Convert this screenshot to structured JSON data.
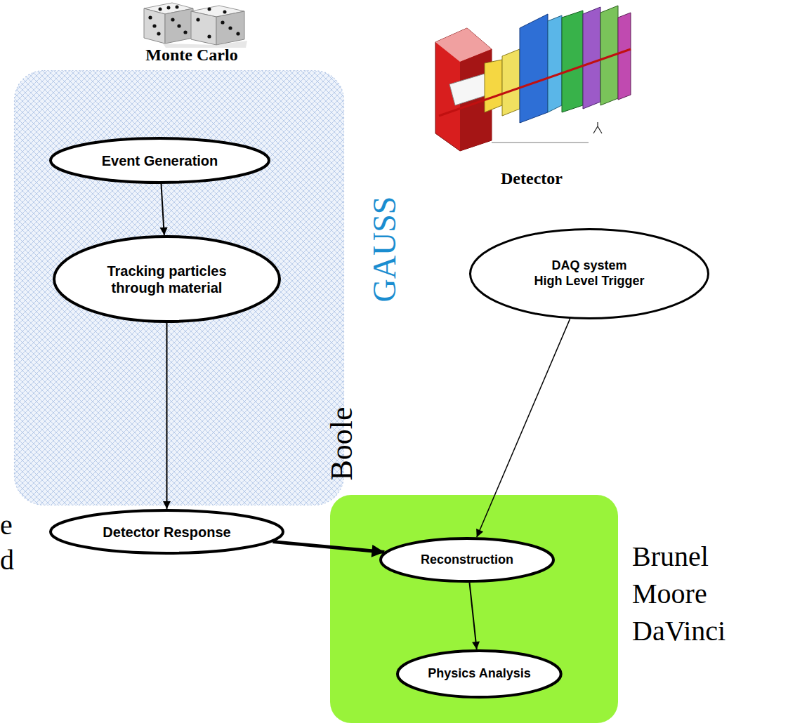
{
  "diagram": {
    "nodes": [
      {
        "text": [
          "GAUSS"
        ]
      },
      {
        "text": [
          "Event Generation"
        ],
        "in": 0
      },
      {
        "text": [
          "Tracking particles through material"
        ],
        "in": 0
      },
      {
        "text": [
          "Detector  Response"
        ],
        "in": 0
      },
      {
        "text": [
          "DAQ system",
          "High Level Trigger"
        ]
      },
      {
        "text": [
          "Brunel Moore DaVinci"
        ]
      },
      {
        "text": [
          "Reconstruction"
        ],
        "in": 5
      },
      {
        "text": [
          "Physics Analysis"
        ],
        "in": 5
      }
    ],
    "edges": [
      {
        "from": 1,
        "to": 2,
        "arrow": "to"
      },
      {
        "from": 2,
        "to": 3,
        "arrow": "to"
      },
      {
        "from": 3,
        "to": 6,
        "arrow": "to"
      },
      {
        "from": 4,
        "to": 6,
        "arrow": "to"
      },
      {
        "from": 6,
        "to": 7,
        "arrow": "to"
      }
    ],
    "labels": [
      "Monte Carlo",
      "Detector",
      "Boole",
      "e",
      "d"
    ]
  }
}
